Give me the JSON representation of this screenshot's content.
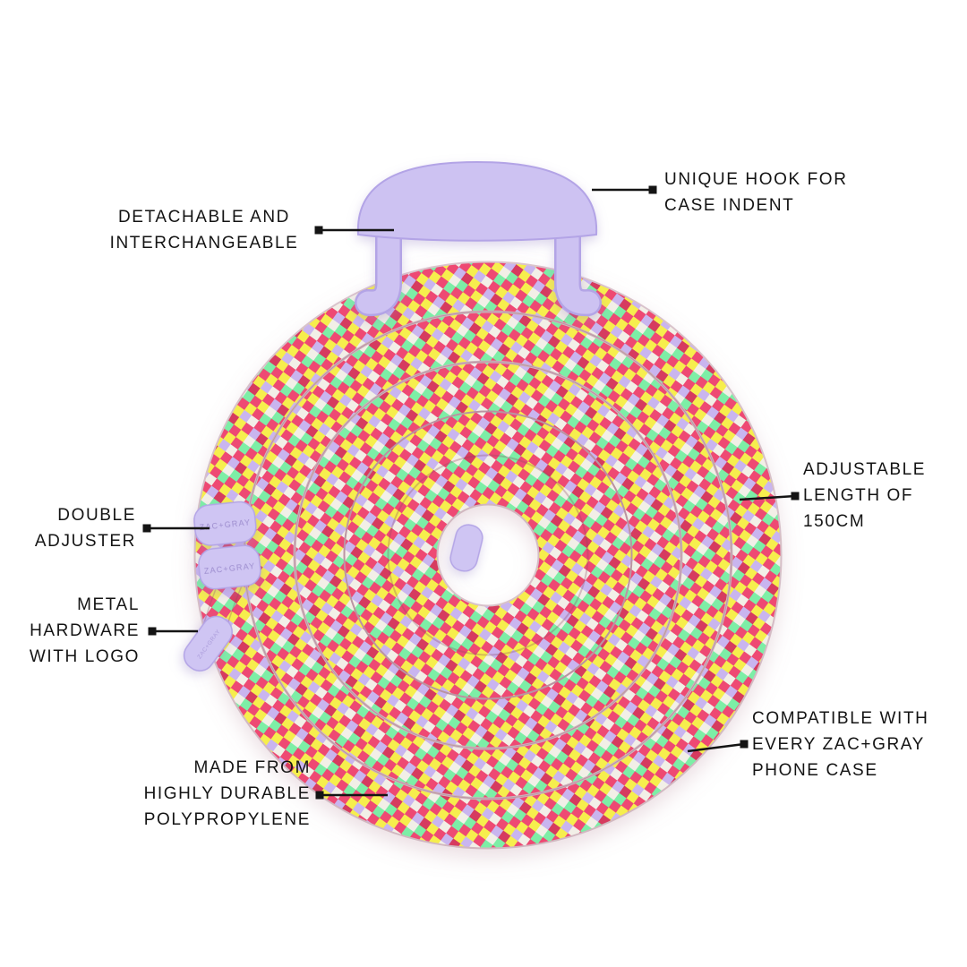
{
  "page": {
    "background": "#ffffff",
    "label_color": "#141414"
  },
  "product": {
    "name": "braided phone cord with hook",
    "brand_text": "ZAC+GRAY",
    "colors": {
      "lilac_hardware": "#cdc2f2",
      "lilac_hardware_edge": "#b3a4e6",
      "rope_pink": "#ee4a73",
      "rope_red": "#d63a5e",
      "rope_yellow": "#f6ee4e",
      "rope_mint": "#7deea6",
      "rope_lilac": "#c9b5ef",
      "rope_cream": "#f2efe7"
    }
  },
  "callouts": [
    {
      "id": "detachable",
      "lines": [
        "DETACHABLE AND",
        "INTERCHANGEABLE"
      ]
    },
    {
      "id": "unique-hook",
      "lines": [
        "UNIQUE HOOK FOR",
        "CASE INDENT"
      ]
    },
    {
      "id": "adjustable",
      "lines": [
        "ADJUSTABLE",
        "LENGTH OF",
        "150CM"
      ]
    },
    {
      "id": "double-adjuster",
      "lines": [
        "DOUBLE",
        "ADJUSTER"
      ]
    },
    {
      "id": "metal-hardware",
      "lines": [
        "METAL",
        "HARDWARE",
        "WITH LOGO"
      ]
    },
    {
      "id": "made-from",
      "lines": [
        "MADE FROM",
        "HIGHLY DURABLE",
        "POLYPROPYLENE"
      ]
    },
    {
      "id": "compatible",
      "lines": [
        "COMPATIBLE WITH",
        "EVERY ZAC+GRAY",
        "PHONE CASE"
      ]
    }
  ]
}
